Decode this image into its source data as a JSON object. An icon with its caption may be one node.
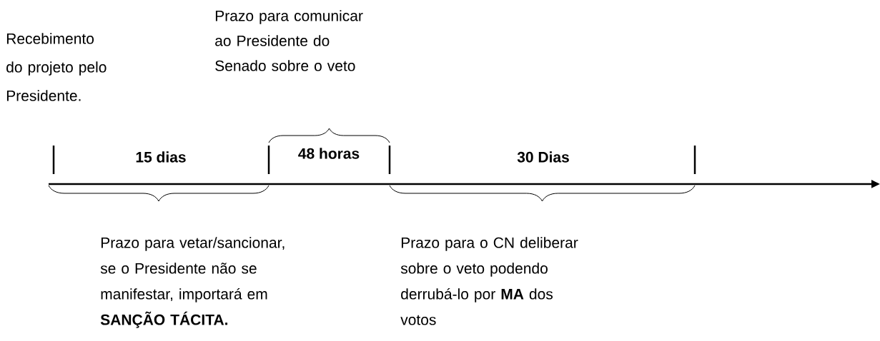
{
  "diagram": {
    "labels": [
      "Recebimento do projeto pelo Presidente.",
      "Prazo para comunicar ao Presidente do Senado sobre o veto",
      "15 dias",
      "48 horas",
      "30 Dias",
      "Prazo para vetar/sancionar, se o Presidente não se manifestar, importará em **SANÇÃO TÁCITA.**",
      "Prazo para o CN deliberar sobre o veto podendo derrubá-lo por **MA** dos votos"
    ]
  }
}
